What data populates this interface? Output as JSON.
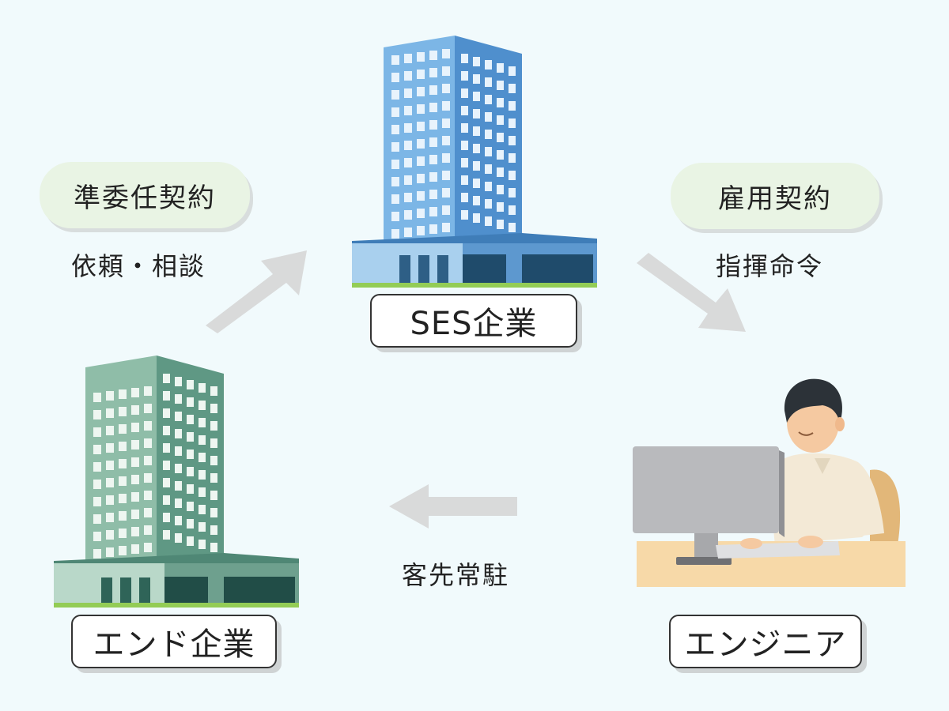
{
  "nodes": {
    "ses_company": {
      "label": "SES企業"
    },
    "end_company": {
      "label": "エンド企業"
    },
    "engineer": {
      "label": "エンジニア"
    }
  },
  "edges": {
    "quasi_mandate": {
      "contract": "準委任契約",
      "description": "依頼・相談"
    },
    "employment": {
      "contract": "雇用契約",
      "description": "指揮命令"
    },
    "onsite": {
      "description": "客先常駐"
    }
  },
  "colors": {
    "background": "#f1fafc",
    "ses_building": "#6aa3d8",
    "end_building": "#7fae9a",
    "arrow": "#d9dada",
    "pill": "#e9f4e4"
  }
}
